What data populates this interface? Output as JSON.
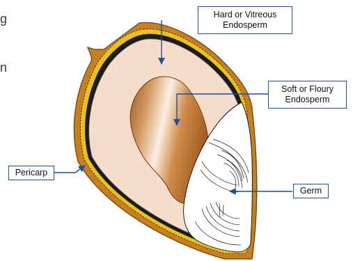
{
  "edge_text": [
    "g",
    "n"
  ],
  "labels": {
    "hard": {
      "line1": "Hard or Vitreous",
      "line2": "Endosperm"
    },
    "soft": {
      "line1": "Soft or Floury",
      "line2": "Endosperm"
    },
    "pericarp": "Pericarp",
    "germ": "Germ"
  },
  "colors": {
    "pericarp": "#c8801e",
    "pericarp_dark": "#7a4a0e",
    "seed_coat": "#1c1c1c",
    "aleurone": "#e8c020",
    "hard_endosperm": "#f6dccb",
    "soft_endosperm": "#b8712e",
    "germ": "#ffffff",
    "label_border": "#1e4f9a",
    "arrow": "#1e4f9a"
  }
}
